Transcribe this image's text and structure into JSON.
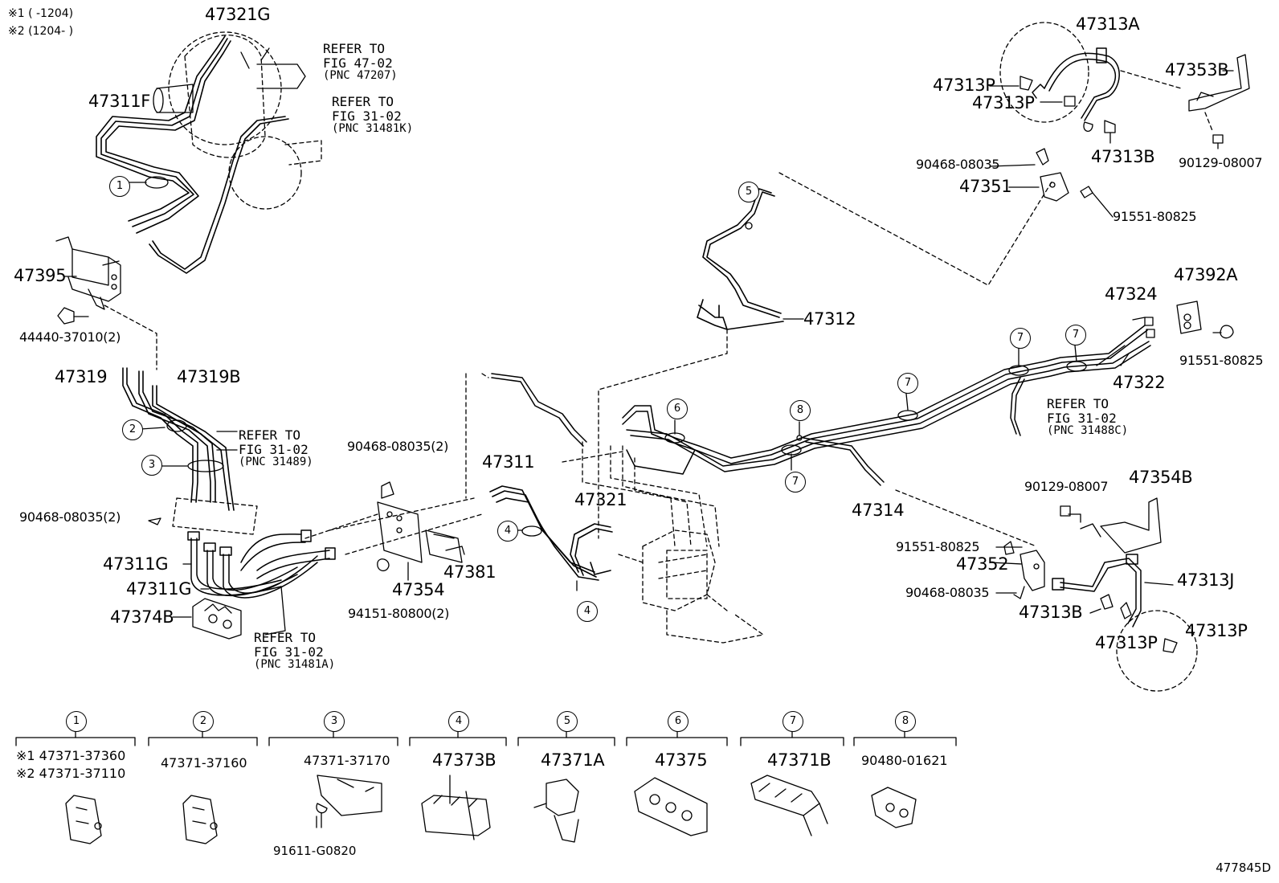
{
  "notes": [
    "※1 (    -1204)",
    "※2 (1204-     )"
  ],
  "drawing_id": "477845D",
  "parts": {
    "p47321G": "47321G",
    "p47311F": "47311F",
    "p47395": "47395",
    "p44440": "44440-37010(2)",
    "p47319": "47319",
    "p47319B": "47319B",
    "p90468a": "90468-08035(2)",
    "p47311G1": "47311G",
    "p47311G2": "47311G",
    "p47374B": "47374B",
    "p90468b": "90468-08035(2)",
    "p47354": "47354",
    "p94151": "94151-80800(2)",
    "p47381": "47381",
    "p47311": "47311",
    "p47321": "47321",
    "p47312": "47312",
    "p47314": "47314",
    "p47313A": "47313A",
    "p47313P1": "47313P",
    "p47313P2": "47313P",
    "p47353B": "47353B",
    "p90468c": "90468-08035",
    "p47313B1": "47313B",
    "p90129a": "90129-08007",
    "p47351": "47351",
    "p91551a": "91551-80825",
    "p47392A": "47392A",
    "p47324": "47324",
    "p91551b": "91551-80825",
    "p47322": "47322",
    "p90129b": "90129-08007",
    "p47354B": "47354B",
    "p91551c": "91551-80825",
    "p47352": "47352",
    "p47313J": "47313J",
    "p90468d": "90468-08035",
    "p47313B2": "47313B",
    "p47313P3": "47313P",
    "p47313P4": "47313P"
  },
  "refs": {
    "r1": {
      "line1": "REFER TO",
      "line2": "FIG 47-02",
      "line3": "(PNC 47207)"
    },
    "r2": {
      "line1": "REFER TO",
      "line2": "FIG 31-02",
      "line3": "(PNC 31481K)"
    },
    "r3": {
      "line1": "REFER TO",
      "line2": "FIG 31-02",
      "line3": "(PNC 31489)"
    },
    "r4": {
      "line1": "REFER TO",
      "line2": "FIG 31-02",
      "line3": "(PNC 31481A)"
    },
    "r5": {
      "line1": "REFER TO",
      "line2": "FIG 31-02",
      "line3": "(PNC 31488C)"
    }
  },
  "callouts": [
    "1",
    "2",
    "3",
    "4",
    "4",
    "5",
    "6",
    "7",
    "7",
    "7",
    "7",
    "8"
  ],
  "legend": [
    {
      "num": "1",
      "line1": "※1 47371-37360",
      "line2": "※2 47371-37110",
      "extra": ""
    },
    {
      "num": "2",
      "line1": "47371-37160",
      "line2": "",
      "extra": ""
    },
    {
      "num": "3",
      "line1": "47371-37170",
      "line2": "",
      "extra": "91611-G0820"
    },
    {
      "num": "4",
      "line1": "47373B",
      "line2": "",
      "extra": ""
    },
    {
      "num": "5",
      "line1": "47371A",
      "line2": "",
      "extra": ""
    },
    {
      "num": "6",
      "line1": "47375",
      "line2": "",
      "extra": ""
    },
    {
      "num": "7",
      "line1": "47371B",
      "line2": "",
      "extra": ""
    },
    {
      "num": "8",
      "line1": "90480-01621",
      "line2": "",
      "extra": ""
    }
  ]
}
